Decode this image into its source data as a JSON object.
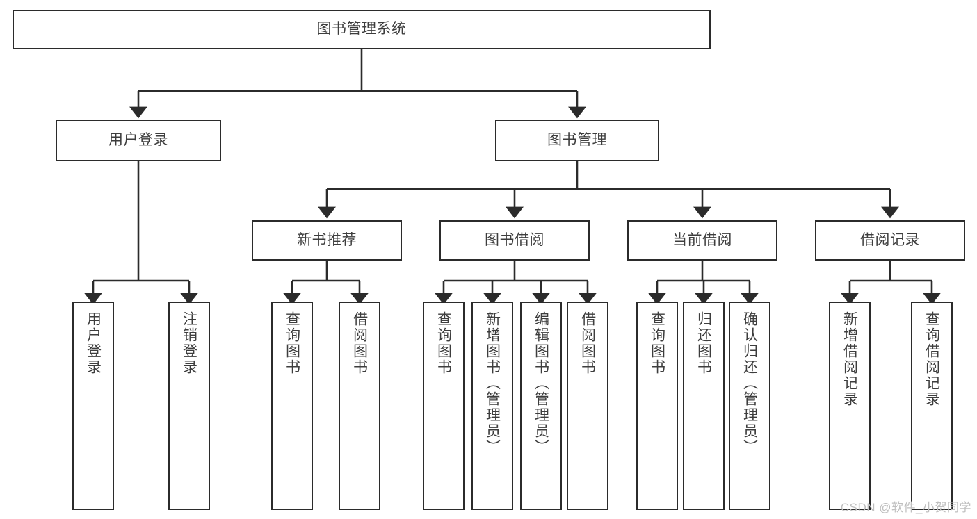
{
  "diagram": {
    "title": "图书管理系统",
    "type": "hierarchy-tree",
    "colors": {
      "box_border": "#2b2b2b",
      "box_fill": "#ffffff",
      "text": "#3d3d3d",
      "connector": "#2b2b2b",
      "watermark": "#bfbfbf"
    },
    "levels": {
      "root": {
        "label": "图书管理系统"
      },
      "level2": [
        {
          "label": "用户登录"
        },
        {
          "label": "图书管理"
        }
      ],
      "level3": [
        {
          "label": "新书推荐"
        },
        {
          "label": "图书借阅"
        },
        {
          "label": "当前借阅"
        },
        {
          "label": "借阅记录"
        }
      ],
      "leaves": {
        "user_login": [
          {
            "label": "用户登录"
          },
          {
            "label": "注销登录"
          }
        ],
        "new_book_recommend": [
          {
            "label": "查询图书"
          },
          {
            "label": "借阅图书"
          }
        ],
        "book_borrow": [
          {
            "label": "查询图书"
          },
          {
            "label": "新增图书（管理员）"
          },
          {
            "label": "编辑图书（管理员）"
          },
          {
            "label": "借阅图书"
          }
        ],
        "current_borrow": [
          {
            "label": "查询图书"
          },
          {
            "label": "归还图书"
          },
          {
            "label": "确认归还（管理员）"
          }
        ],
        "borrow_record": [
          {
            "label": "新增借阅记录"
          },
          {
            "label": "查询借阅记录"
          }
        ]
      }
    },
    "watermark": "CSDN @软件_小贺同学"
  }
}
